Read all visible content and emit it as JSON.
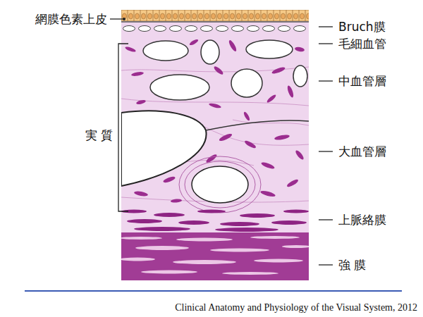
{
  "diagram": {
    "caption": "Clinical Anatomy and Physiology of the Visual System, 2012",
    "labels": [
      "網膜色素上皮",
      "Bruch膜",
      "毛細血管",
      "中血管層",
      "実 質",
      "大血管層",
      "上脈絡膜",
      "強 膜"
    ]
  }
}
